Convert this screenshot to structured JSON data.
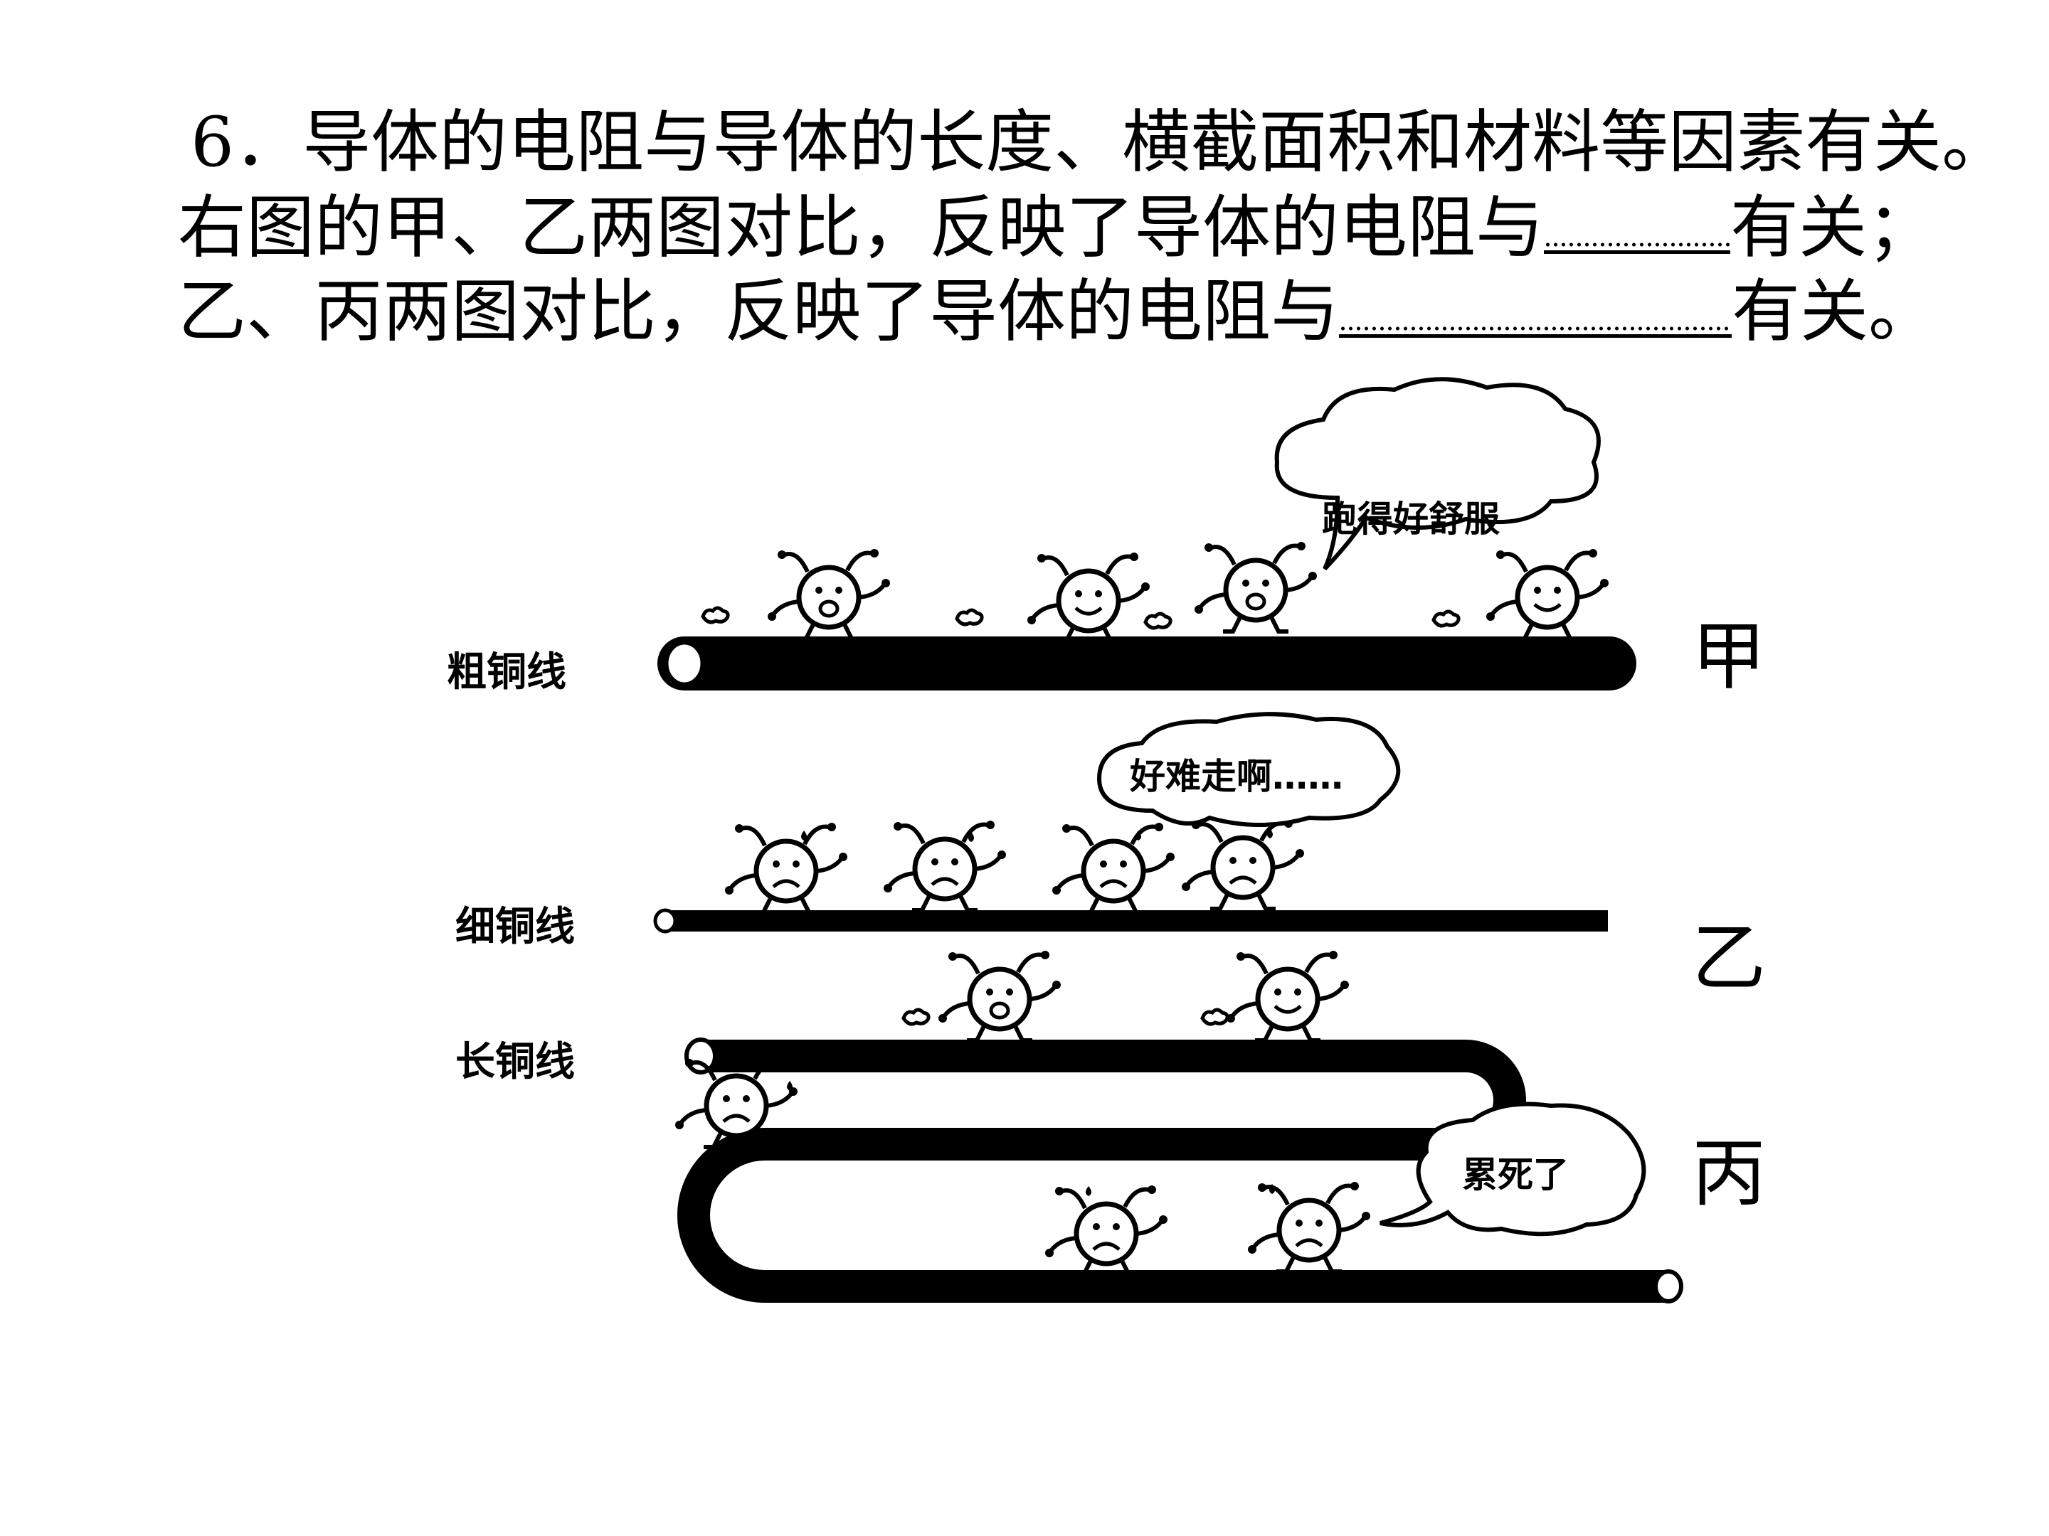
{
  "question": {
    "line1": "6．导体的电阻与导体的长度、横截面积和材料等因素有关。",
    "line2_before": "右图的甲、乙两图对比，反映了导体的电阻与",
    "line2_after": "有关；",
    "line3_before": "乙、丙两图对比，反映了导体的电阻与",
    "line3_after": "有关。"
  },
  "figure": {
    "wires": [
      {
        "label": "粗铜线",
        "row": "甲",
        "speech": "跑得好舒服"
      },
      {
        "label": "细铜线",
        "row": "乙",
        "speech": "好难走啊……"
      },
      {
        "label": "长铜线",
        "row": "丙",
        "speech": "累死了"
      }
    ]
  }
}
